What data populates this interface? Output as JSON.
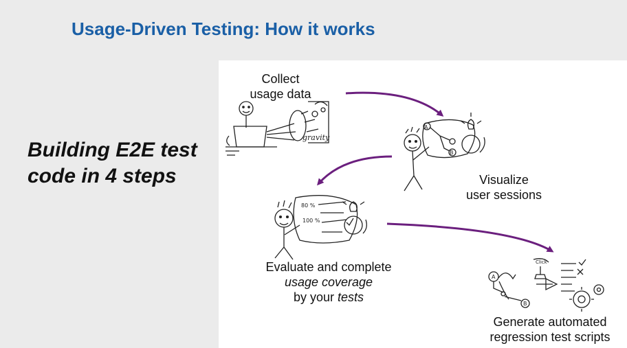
{
  "slide": {
    "title": "Usage-Driven Testing: How it works",
    "side_text": "Building E2E test code in 4 steps"
  },
  "steps": {
    "collect": {
      "line1": "Collect",
      "line2": "usage data"
    },
    "visualize": {
      "line1": "Visualize",
      "line2": "user sessions"
    },
    "evaluate": {
      "line1": "Evaluate and complete",
      "line2": "usage coverage",
      "line3_prefix": "by your ",
      "line3_em": "tests"
    },
    "generate": {
      "line1": "Generate automated",
      "line2": "regression test scripts"
    }
  },
  "sketch_labels": {
    "gravity": "gravity",
    "node_a": "A",
    "node_b": "B",
    "pct_80": "80 %",
    "pct_100": "100 %",
    "click": "Click"
  },
  "colors": {
    "title": "#1a5fa6",
    "arrow": "#6b1f7e",
    "background": "#ebebeb",
    "panel": "#ffffff"
  }
}
